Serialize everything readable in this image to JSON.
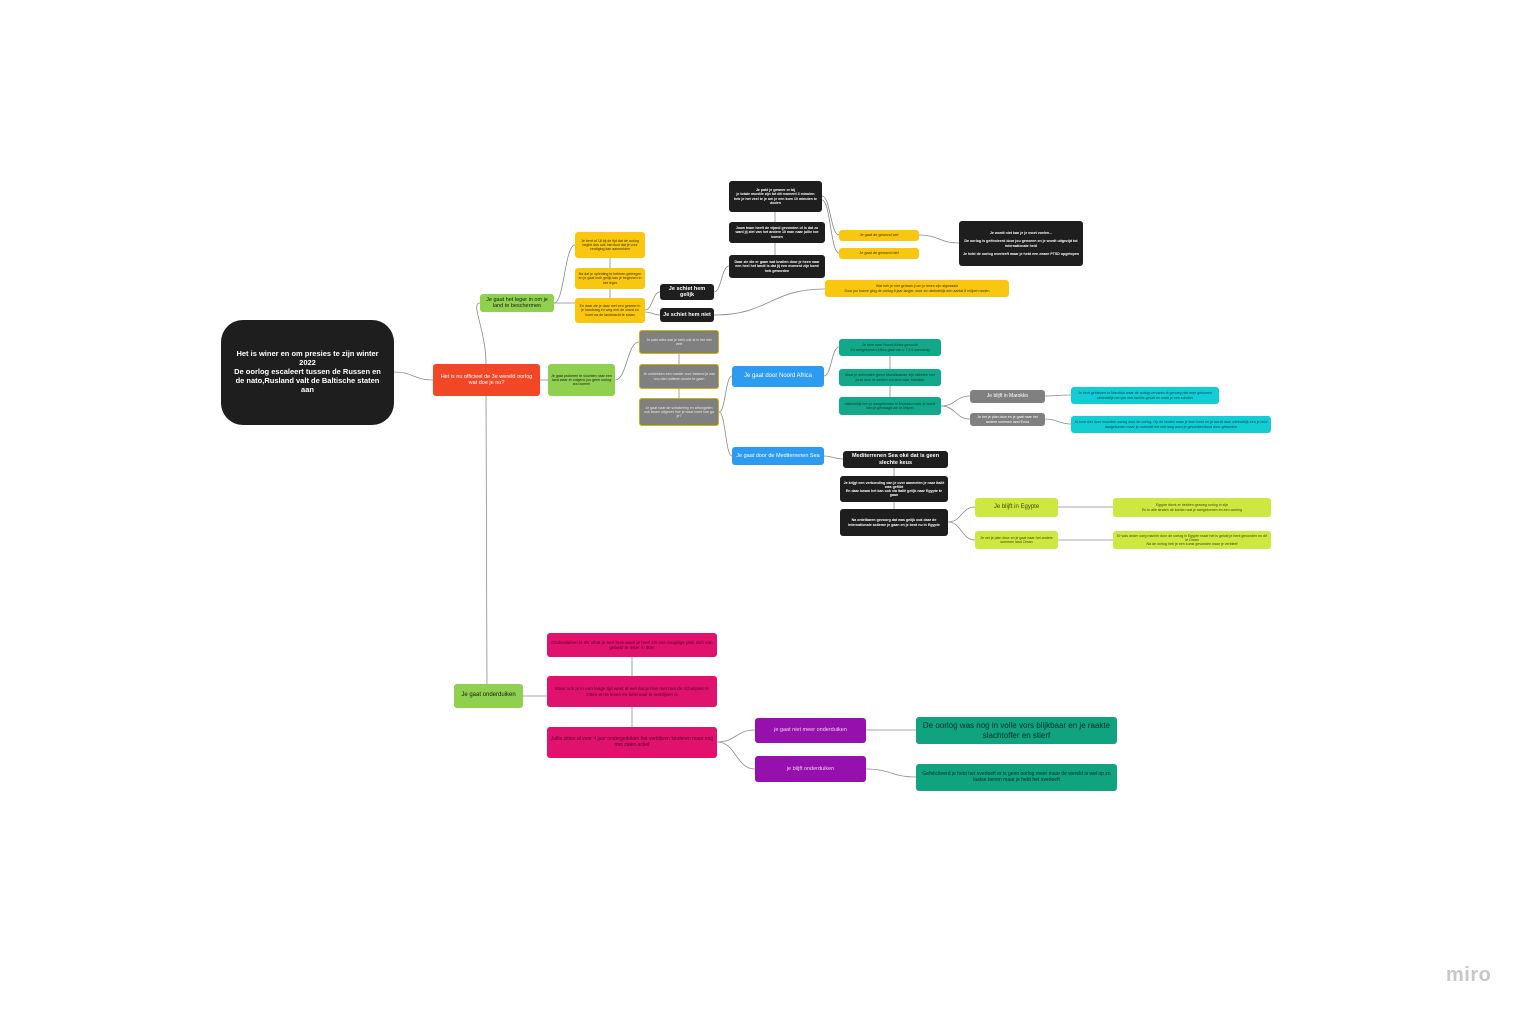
{
  "nodes": {
    "root": "Het is winer en om presies te zijn winter 2022\nDe oorlog escaleert tussen de Russen en  de nato,Rusland valt de Baltische staten aan",
    "question": "Het is nu officieel de 3e wereld oorlog wat doe je nu?",
    "army": "Je gaat het leger in om je land te beschermen",
    "army_y1": "Je bent al 18 bij de tijd dat de oorlog begint dus ook hierdoor dat je voor verdiging kan aanmelden",
    "army_y2": "Na dat je opleiding te hebben gekregen en je gaat toch gelijk kan je beginnen in het leger",
    "army_y3": "En daar zie je daar met een geweer in je handstag en weg met de viand en komt na de landmacht te staan",
    "black1": "Je pakt je geweer er bij\nje totale munitie zijn tot dit moment 3 minuten\nheb je het veel te je om je een kom 10 minuten te doden",
    "black2": "Jouw team heeft de vijand gevonden of is dat zo want jij ziet van het andere 10 man naar jullie toe komen",
    "black3": "Daar zie die er gaan wat knallen door je heen naar een heel het landt is dat jij een moment zijn komt heb geworden",
    "shoot": "Je schiet hem gelijk",
    "noshoot": "Je schiet hem niet",
    "yel_r1": "Je gaat de gewond wel",
    "yel_r2": "Je gaat de gewond niet",
    "black_right": "Je wordt niet kan je je moet voelen...\n\nDe oorlog is geëindeerd door jou genoeen en je wordt uitgezijd tot internationale held\n\nJe hebt de oorlog overleeft maar je hebt een zware PTSD opgelopen",
    "yel_long": "Wat heb je niet gedaan ji om je leven zijn afgedaakt\nDoor jou hoeve ging de oorlog 8 jaar langer, door en uiteindelijk een aantal 8 miljoen doden",
    "flee": "Je gaat proberen te vluchten naar een land waar er volgens jou geen oorlog zou komen",
    "grey1": "Je pakt alles wat je hebt ook al is het niet veel",
    "grey2": "Je ontdekken een manier voor bekend je wat nou dan nuttinen soorte te gaan",
    "grey3": "Je gaat naar de schakering en afhangelen ook kwam uitgezet hoe je waar komt hoe ga je?",
    "north": "Je gaat door Noord Africa",
    "med": "Je gaat door de Mediterrenen Sea",
    "teal1": "Je bent naar Noord-Africa gevlucht\nEn aangekomen Africa gaat van u 7,2,5 aanwezig",
    "teal2": "Maar je ontvonden grens Marokkaanse zijn uittreten met jouw door te weiden om land naar Marokko",
    "teal3": "uiteindelijk ben je aangekomen in Marokko maar je wordt ben je gevraagd om te blijven",
    "mar_stay": "Je blijft in Marokko",
    "mar_go": "Je het je plan door en je gaat naar het andere sommen land Enna",
    "cyan1": "Je bent geblevem in Marokko waar de oorlog vervaren di genoeg niet mee gekomen\nuiteindelijk ben jee met familie gelukt en word je een scholier",
    "cyan2": "Je bent niet door moorden oorlog door de oorlog. Op de landen waar je kom komt en je wordt daar uiteindelijk ben je door aangekomen maar je overleeft het niet lang word je gevonden/dood door geworden",
    "medsea": "Mediterrenen Sea oké dat is geen slechte keus",
    "medb1": "Je krijgt een verbonding van je over aanmelen je naar Italië was geflikt\nEn daar kwam het kan ook via Italië gelijk naar Egypte te gaan",
    "medb2": "Na ontelbaren gevoorg dat was gelijk ook daar de internationale actieme je gaan en je bent nu in Egypte",
    "egy_stay": "Je blijft in Egypte",
    "egy_go": "Je zet je plan door en je gaat naar het andere sommen land Oman",
    "lime1": "Egypte blevk er hebben genoeg oorlog in zijn\nEn in alle straten de komen wat je aangekomen en een woning",
    "lime2": "Er was ander oorg machin door de oorlog in Egypte maar het is gelukt je bent gevonden en dit in Oman\nNa de oorlog heb je een kunst gevonden waar je verbleef",
    "hide": "Je gaat onderduiken",
    "pink1": "Onderduiken is als what je een huis waar je heel zin een ieugdige plek zich van gebald te rister in itten",
    "pink2": "Maar ook je in een lange tijd weet al wel dat je hoe met met de schuilplek te zitten en te leven en helemaal te verblijven is",
    "pink3": "Jullie zitten al voor 4 jaar ondergedoken het verblijven kinderen maar nog met zalen actief",
    "purp1": "je gaat niet meer onderduiken",
    "purp2": "je blijft onderduiken",
    "em1": "De oorlog was nog in volle vors blijkbaar en je raakte slachtoffer en stierf",
    "em2": "Gefeliciteerd je hebt het overleeft er is geen oorlog meer maar de wereld is wel op zn laatse benen maar je hebt het overleeft"
  },
  "watermark": "miro",
  "colors": {
    "black": "#1e1e1e",
    "red": "#f24726",
    "green": "#8fd14f",
    "yellow": "#fac710",
    "grey": "#808080",
    "blue": "#2d9bf0",
    "teal": "#12a88a",
    "cyan": "#12cdd4",
    "lime": "#cee741",
    "pink": "#e0126e",
    "purple": "#9510ac",
    "emerald": "#10a37f",
    "connector": "#8a8a8a"
  }
}
